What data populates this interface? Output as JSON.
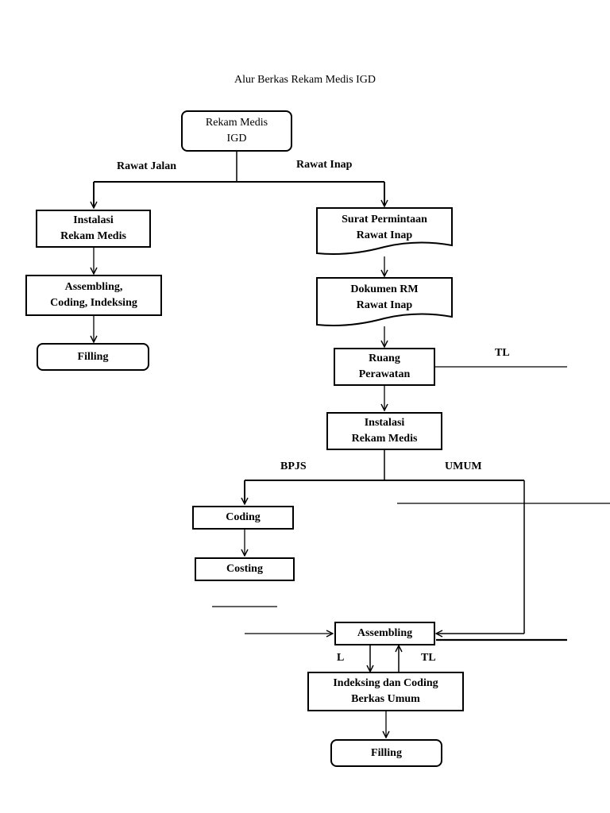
{
  "title": "Alur Berkas Rekam Medis IGD",
  "nodes": {
    "start": "Rekam Medis\nIGD",
    "instalasi_left": "Instalasi\nRekam Medis",
    "assembling_left": "Assembling,\nCoding, Indeksing",
    "filling_left": "Filling",
    "surat": "Surat Permintaan\nRawat Inap",
    "dokumen": "Dokumen RM\nRawat Inap",
    "ruang": "Ruang\nPerawatan",
    "instalasi_right": "Instalasi\nRekam Medis",
    "coding": "Coding",
    "costing": "Costing",
    "assembling_right": "Assembling",
    "indeksing": "Indeksing dan Coding\nBerkas Umum",
    "filling_right": "Filling"
  },
  "labels": {
    "rawat_jalan": "Rawat Jalan",
    "rawat_inap": "Rawat Inap",
    "tl_top": "TL",
    "bpjs": "BPJS",
    "umum": "UMUM",
    "l": "L",
    "tl_bottom": "TL"
  }
}
